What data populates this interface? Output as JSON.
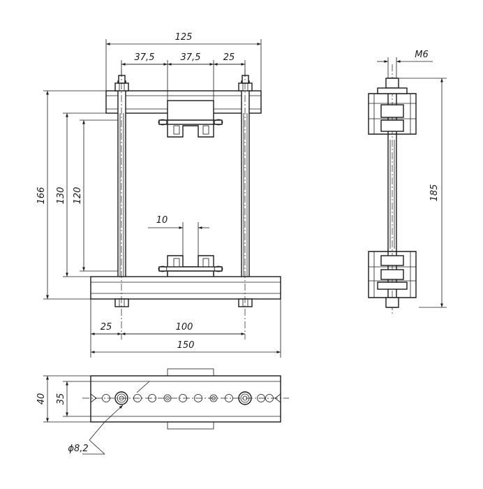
{
  "front_view": {
    "dim_overall_top": "125",
    "dim_top_1": "37,5",
    "dim_top_2": "37,5",
    "dim_top_3": "25",
    "dim_height_outer": "166",
    "dim_height_mid": "130",
    "dim_height_inner": "120",
    "dim_slot": "10",
    "dim_bottom_left": "25",
    "dim_bottom_mid": "100",
    "dim_overall_bottom": "150"
  },
  "side_view": {
    "dim_thread": "M6",
    "dim_height": "185"
  },
  "plan_view": {
    "dim_width_outer": "40",
    "dim_width_inner": "35",
    "dim_hole": "ϕ8,2"
  }
}
